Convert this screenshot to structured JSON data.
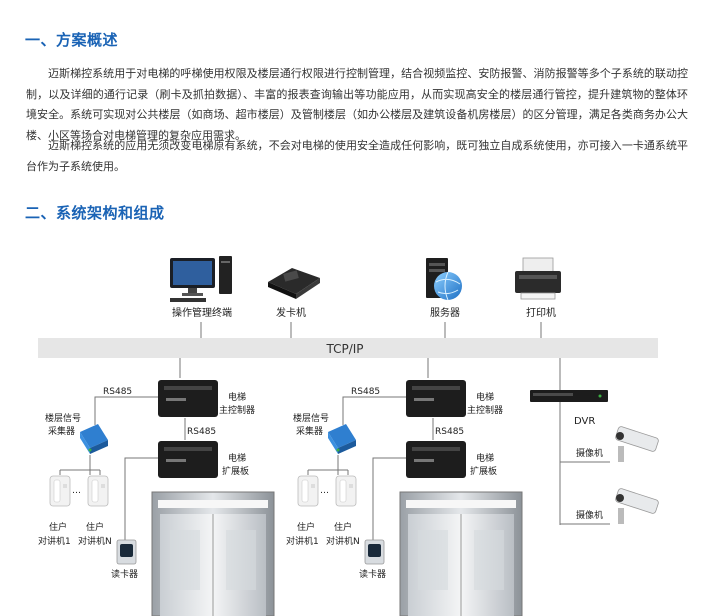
{
  "section1": {
    "title": "一、方案概述",
    "para1": "迈斯梯控系统用于对电梯的呼梯使用权限及楼层通行权限进行控制管理，结合视频监控、安防报警、消防报警等多个子系统的联动控制，以及详细的通行记录（刷卡及抓拍数据）、丰富的报表查询输出等功能应用，从而实现高安全的楼层通行管控，提升建筑物的整体环境安全。系统可实现对公共楼层（如商场、超市楼层）及管制楼层（如办公楼层及建筑设备机房楼层）的区分管理，满足各类商务办公大楼、小区等场合对电梯管理的复杂应用需求。",
    "para2": "迈斯梯控系统的应用无须改变电梯原有系统，不会对电梯的使用安全造成任何影响，既可独立自成系统使用，亦可接入一卡通系统平台作为子系统使用。"
  },
  "section2": {
    "title": "二、系统架构和组成"
  },
  "diagram": {
    "bus_label": "TCP/IP",
    "top_devices": {
      "terminal": "操作管理终端",
      "card_issuer": "发卡机",
      "server": "服务器",
      "printer": "打印机"
    },
    "group": {
      "rs485_top": "RS485",
      "rs485_mid": "RS485",
      "main_controller_l1": "电梯",
      "main_controller_l2": "主控制器",
      "expansion_l1": "电梯",
      "expansion_l2": "扩展板",
      "collector_l1": "楼层信号",
      "collector_l2": "采集器",
      "intercom1_l1": "住户",
      "intercom1_l2": "对讲机1",
      "intercomN_l1": "住户",
      "intercomN_l2": "对讲机N",
      "ellipsis": "…",
      "card_reader": "读卡器"
    },
    "dvr": {
      "label": "DVR",
      "camera1": "摄像机",
      "camera2": "摄像机"
    },
    "colors": {
      "heading": "#1a63b5",
      "bus": "#e6e6e6",
      "line": "#666666"
    }
  }
}
